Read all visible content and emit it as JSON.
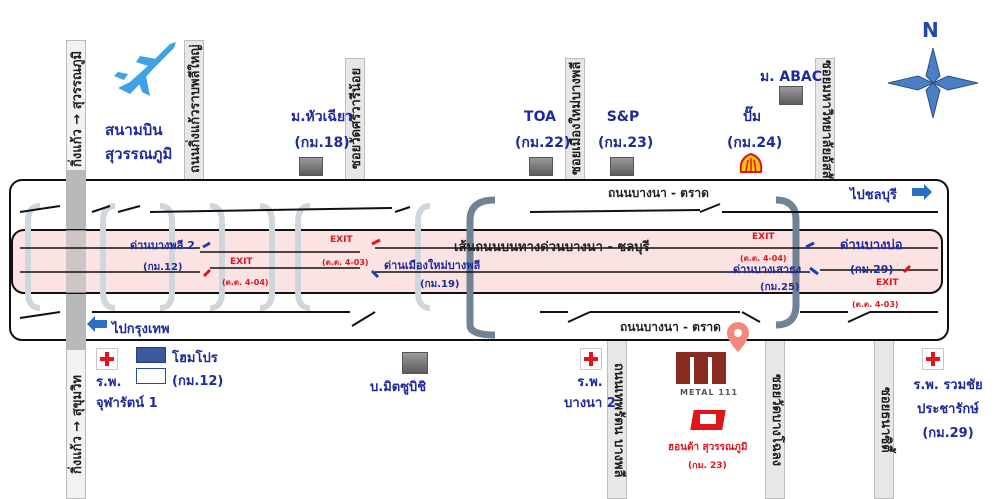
{
  "north": "N",
  "airport": {
    "name": "สนามบิน",
    "name2": "สุวรรณภูมิ"
  },
  "vertical_roads": {
    "king_kaew_top": "กิ่งแก้ว → สุวรรณภูมิ",
    "king_kaew_bottom": "กิ่งแก้ว → สุขุมวิท",
    "romklao": "ถนนกิ่งแก้วราบพลีใหญ่",
    "soi_wat_sri_wareenoi": "ซอยวัดศรีวารีน้อย",
    "soi_bangna": "ซอยเมืองใหม่บางพลี",
    "soi_abac": "ซอยมหาวิทยาลัยอัสสัมชัญ",
    "soi_bottom_1": "ถนนเทพรัตน บางพลี",
    "soi_wat_bang_chalong": "ซอยวัดบางโฉลง",
    "soi_thana_city": "ซอยธนาซิตี้"
  },
  "places_top": {
    "hua_chiew": {
      "name": "ม.หัวเฉียว",
      "km": "(กม.18)"
    },
    "toa": {
      "name": "TOA",
      "km": "(กม.22)"
    },
    "snp": {
      "name": "S&P",
      "km": "(กม.23)"
    },
    "shell": {
      "name": "ปั๊ม",
      "km": "(กม.24)"
    },
    "abac": {
      "name": "ม. ABAC"
    }
  },
  "roads": {
    "bangna_trad_top": "ถนนบางนา - ตราด",
    "bangna_trad_bottom": "ถนนบางนา - ตราด",
    "to_chonburi": "ไปชลบุรี",
    "to_bangkok": "ไปกรุงเทพ",
    "expressway": "เส้นถนนบนทางด่วนบางนา - ชลบุรี"
  },
  "tolls": {
    "bang_phli2": {
      "name": "ด่านบางพลี 2",
      "km": "(กม.12)"
    },
    "exit_404_left": {
      "exit": "EXIT",
      "code": "(ต.ต. 4-04)"
    },
    "exit_403_left": {
      "exit": "EXIT",
      "code": "(ต.ต. 4-03)"
    },
    "mueang_mai": {
      "name": "ด่านเมืองใหม่บางพลี",
      "km": "(กม.19)"
    },
    "exit_right_top": {
      "exit": "EXIT"
    },
    "exit_404_right": {
      "code": "(ต.ต. 4-04)"
    },
    "bang_sao_thong": {
      "name": "ด่านบางเสาธง",
      "km": "(กม.25)"
    },
    "bang_bo": {
      "name": "ด่านบางบ่อ",
      "km": "(กม.29)"
    },
    "exit_403_right": {
      "exit": "EXIT",
      "code": "(ต.ต. 4-03)"
    }
  },
  "places_bottom": {
    "chularat": {
      "line1": "ร.พ.",
      "line2": "จุฬารัตน์ 1"
    },
    "homepro": {
      "name": "โฮมโปร",
      "km": "(กม.12)"
    },
    "mitsubishi": {
      "name": "บ.มิตซูบิชิ"
    },
    "bangna2": {
      "line1": "ร.พ.",
      "line2": "บางนา 2"
    },
    "metal111": {
      "brand": "METAL 111"
    },
    "honda": {
      "name": "ฮอนด้า สุวรรณภูมิ",
      "km": "(กม. 23)"
    },
    "ruamchai": {
      "line1": "ร.พ. รวมชัย",
      "line2": "ประชารักษ์",
      "km": "(กม.29)"
    }
  },
  "colors": {
    "accent": "#1f2a9b",
    "exit": "#e0141b",
    "expressway_fill": "#fbe3e3",
    "road_border": "#111111"
  }
}
